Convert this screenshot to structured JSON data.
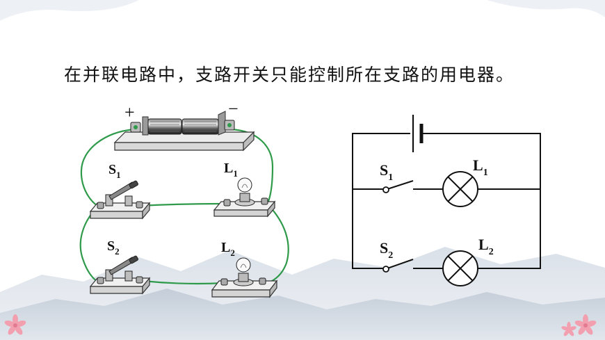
{
  "slide": {
    "headline": "在并联电路中，支路开关只能控制所在支路的用电器。"
  },
  "physical_circuit": {
    "battery_plus": "+",
    "battery_minus": "−",
    "switch1_letter": "S",
    "switch1_sub": "1",
    "switch2_letter": "S",
    "switch2_sub": "2",
    "lamp1_letter": "L",
    "lamp1_sub": "1",
    "lamp2_letter": "L",
    "lamp2_sub": "2"
  },
  "schematic": {
    "switch1_letter": "S",
    "switch1_sub": "1",
    "switch2_letter": "S",
    "switch2_sub": "2",
    "lamp1_letter": "L",
    "lamp1_sub": "1",
    "lamp2_letter": "L",
    "lamp2_sub": "2"
  },
  "colors": {
    "wire_green": "#2e9a4a",
    "line_black": "#111111",
    "mountain": "#c9d2dc",
    "flower_pink": "#f2a0b0"
  }
}
